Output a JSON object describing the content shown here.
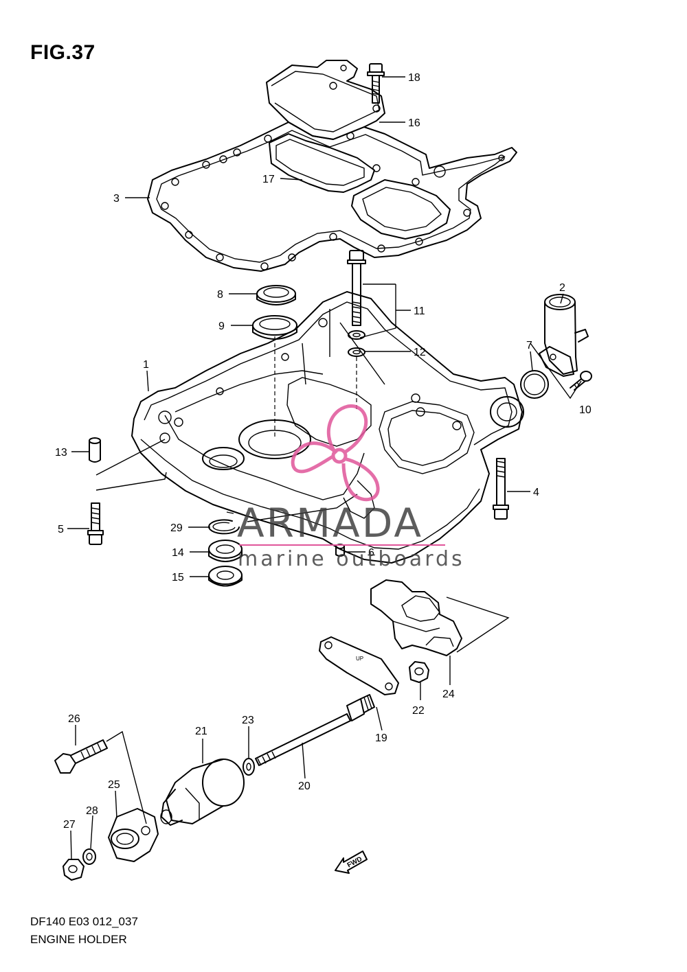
{
  "figure_title": "FIG.37",
  "diagram_code": "DF140 E03 012_037",
  "diagram_name": "ENGINE HOLDER",
  "watermark": {
    "brand": "ARMADA",
    "tagline": "marine outboards",
    "accent_color": "#e0559a"
  },
  "fwd_label": "FWD",
  "gasket_mark": "UP",
  "callouts": [
    {
      "id": "c1",
      "label": "1"
    },
    {
      "id": "c2",
      "label": "2"
    },
    {
      "id": "c3",
      "label": "3"
    },
    {
      "id": "c4",
      "label": "4"
    },
    {
      "id": "c5",
      "label": "5"
    },
    {
      "id": "c6",
      "label": "6"
    },
    {
      "id": "c7",
      "label": "7"
    },
    {
      "id": "c8",
      "label": "8"
    },
    {
      "id": "c9",
      "label": "9"
    },
    {
      "id": "c10",
      "label": "10"
    },
    {
      "id": "c11",
      "label": "11"
    },
    {
      "id": "c12",
      "label": "12"
    },
    {
      "id": "c13",
      "label": "13"
    },
    {
      "id": "c14",
      "label": "14"
    },
    {
      "id": "c15",
      "label": "15"
    },
    {
      "id": "c16",
      "label": "16"
    },
    {
      "id": "c17",
      "label": "17"
    },
    {
      "id": "c18",
      "label": "18"
    },
    {
      "id": "c19",
      "label": "19"
    },
    {
      "id": "c20",
      "label": "20"
    },
    {
      "id": "c21",
      "label": "21"
    },
    {
      "id": "c22",
      "label": "22"
    },
    {
      "id": "c23",
      "label": "23"
    },
    {
      "id": "c24",
      "label": "24"
    },
    {
      "id": "c25",
      "label": "25"
    },
    {
      "id": "c26",
      "label": "26"
    },
    {
      "id": "c27",
      "label": "27"
    },
    {
      "id": "c28",
      "label": "28"
    },
    {
      "id": "c29",
      "label": "29"
    }
  ]
}
